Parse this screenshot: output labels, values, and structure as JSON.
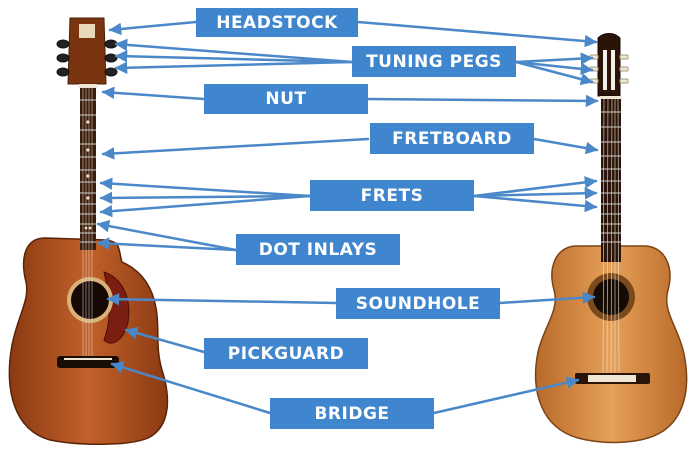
{
  "labels": {
    "headstock": "HEADSTOCK",
    "tuning_pegs": "TUNING PEGS",
    "nut": "NUT",
    "fretboard": "FRETBOARD",
    "frets": "FRETS",
    "dot_inlays": "DOT INLAYS",
    "soundhole": "SOUNDHOLE",
    "pickguard": "PICKGUARD",
    "bridge": "BRIDGE"
  },
  "colors": {
    "label_background": "#3f86cf",
    "label_text": "#ffffff",
    "arrow": "#4a88c9",
    "acoustic_body": "#b5541e",
    "classical_body": "#d98a3d",
    "pickguard": "#7a1e12"
  }
}
